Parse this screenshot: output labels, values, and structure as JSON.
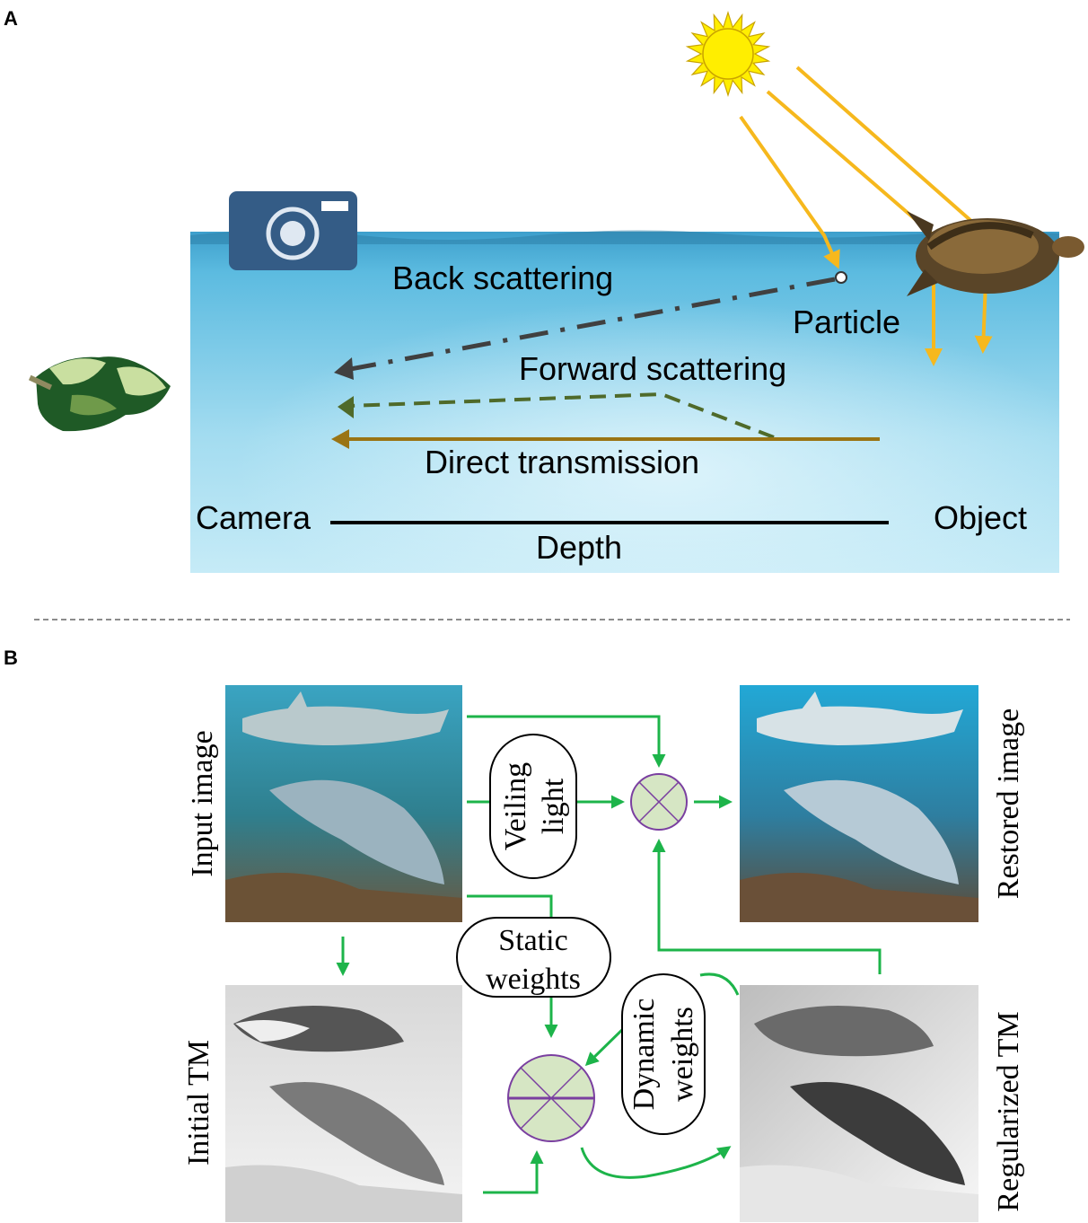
{
  "panel_a": {
    "label": "A",
    "texts": {
      "back_scattering": "Back scattering",
      "particle": "Particle",
      "forward_scattering": "Forward scattering",
      "direct_transmission": "Direct transmission",
      "camera": "Camera",
      "object": "Object",
      "depth": "Depth"
    },
    "colors": {
      "water_top": "#4fb0d8",
      "water_bottom": "#d4eef8",
      "sun": "#ffee00",
      "light_ray": "#f6b81d",
      "back_scatter": "#404040",
      "forward_scatter": "#4f6a2a",
      "direct": "#9a7414",
      "camera_body": "#345c86"
    }
  },
  "panel_b": {
    "label": "B",
    "texts": {
      "input_image": "Input image",
      "restored_image": "Restored image",
      "initial_tm": "Initial TM",
      "regularized_tm": "Regularized TM",
      "veiling_light_1": "Veiling",
      "veiling_light_2": "light",
      "static_weights_1": "Static",
      "static_weights_2": "weights",
      "dynamic_weights_1": "Dynamic",
      "dynamic_weights_2": "weights"
    },
    "colors": {
      "arrow": "#1db44a",
      "operator_fill": "#d6e6c4",
      "operator_stroke": "#7a3fa0"
    }
  }
}
